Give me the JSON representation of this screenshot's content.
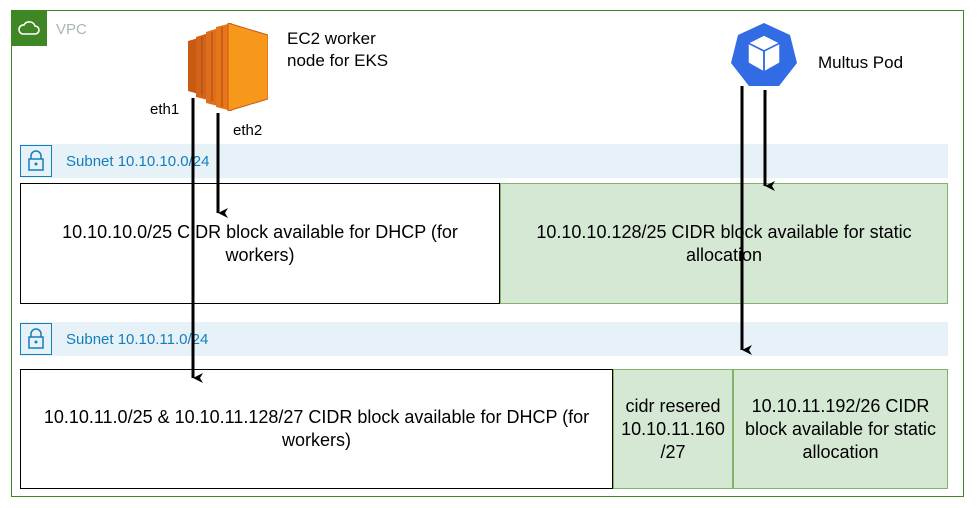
{
  "vpc": {
    "label": "VPC"
  },
  "ec2": {
    "label_line1": "EC2 worker",
    "label_line2": "node for EKS",
    "eth1": "eth1",
    "eth2": "eth2"
  },
  "pod": {
    "label": "Multus Pod"
  },
  "subnet1": {
    "label": "Subnet 10.10.10.0/24",
    "dhcp_block": "10.10.10.0/25 CIDR block available for DHCP (for workers)",
    "static_block": "10.10.10.128/25 CIDR block available for static allocation"
  },
  "subnet2": {
    "label": "Subnet 10.10.11.0/24",
    "dhcp_block": "10.10.11.0/25 & 10.10.11.128/27 CIDR block available for DHCP (for workers)",
    "reserved_block": "cidr resered 10.10.11.160 /27",
    "static_block": "10.10.11.192/26 CIDR block available for static allocation"
  },
  "colors": {
    "vpc_green": "#3f8624",
    "subnet_blue": "#147eba",
    "subnet_fill": "#e6f2f8",
    "static_fill": "#d5e8d4",
    "static_border": "#82b366",
    "ec2_orange": "#e8751a",
    "k8s_blue": "#326ce5"
  },
  "icons": [
    "cloud-icon",
    "lock-icon",
    "ec2-instance-icon",
    "kubernetes-pod-icon"
  ]
}
